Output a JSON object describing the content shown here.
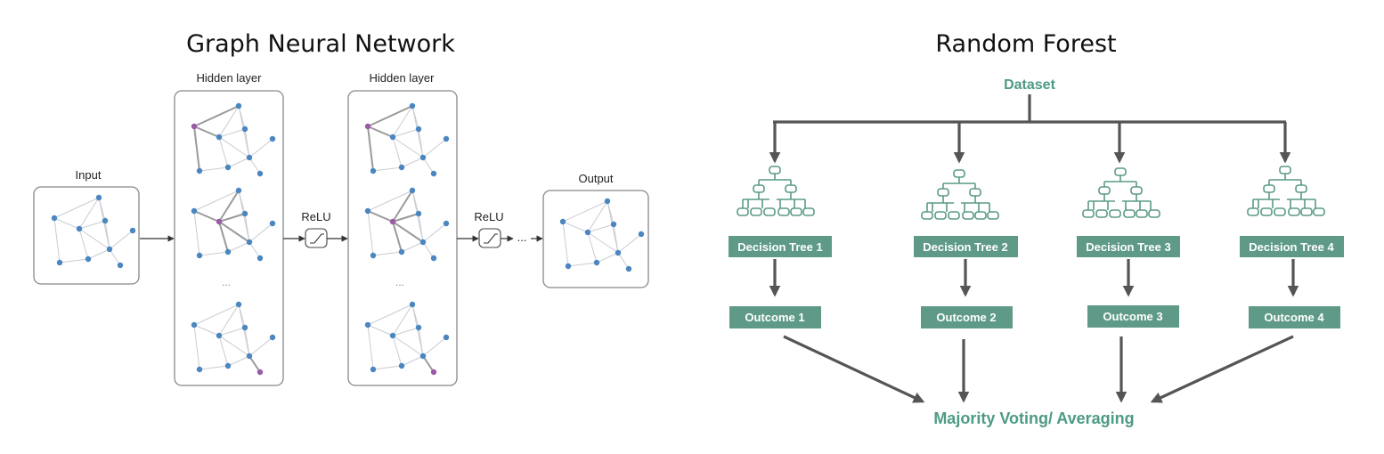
{
  "gnn": {
    "title": "Graph Neural Network",
    "input_label": "Input",
    "hidden_label_1": "Hidden layer",
    "hidden_label_2": "Hidden layer",
    "relu_label_1": "ReLU",
    "relu_label_2": "ReLU",
    "output_label": "Output",
    "ellipsis": "..."
  },
  "rf": {
    "title": "Random Forest",
    "dataset": "Dataset",
    "trees": [
      "Decision Tree 1",
      "Decision Tree 2",
      "Decision Tree 3",
      "Decision Tree 4"
    ],
    "outcomes": [
      "Outcome 1",
      "Outcome 2",
      "Outcome 3",
      "Outcome 4"
    ],
    "result": "Majority Voting/ Averaging"
  },
  "colors": {
    "node": "#4a86c0",
    "highlight_node": "#9a5aa8",
    "edge": "#c8ccd2",
    "teal": "#5a9a85",
    "arrow": "#555555"
  }
}
